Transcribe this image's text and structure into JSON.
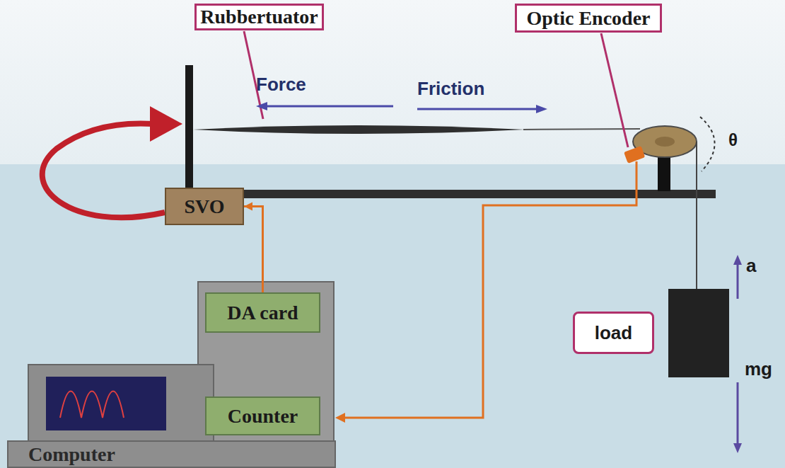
{
  "diagram": {
    "nodes": [
      {
        "text": [
          "Rubbertuator"
        ]
      },
      {
        "text": [
          "Optic Encoder"
        ]
      },
      {
        "text": [
          "SVO"
        ]
      },
      {
        "text": [
          "DA card"
        ]
      },
      {
        "text": [
          "Counter"
        ]
      },
      {
        "text": [
          "Computer"
        ]
      },
      {
        "text": [
          "load"
        ]
      }
    ],
    "edges": [
      {
        "from": 3,
        "to": 2,
        "arrow": "to"
      }
    ],
    "labels": [
      "Force",
      "Friction",
      "θ",
      "a",
      "mg"
    ]
  }
}
